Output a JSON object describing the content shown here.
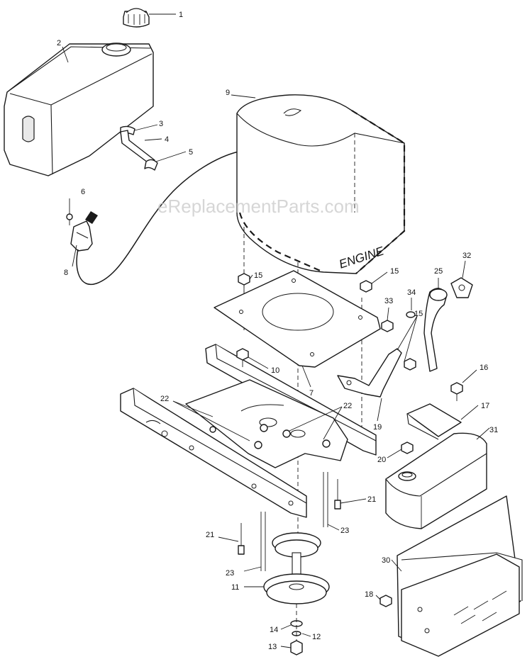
{
  "watermark": "eReplacementParts.com",
  "engine_label": "ENGINE",
  "callouts": {
    "c1": "1",
    "c2": "2",
    "c3": "3",
    "c4": "4",
    "c5": "5",
    "c6": "6",
    "c7": "7",
    "c8": "8",
    "c9": "9",
    "c10": "10",
    "c11": "11",
    "c12": "12",
    "c13": "13",
    "c14": "14",
    "c15a": "15",
    "c15b": "15",
    "c15c": "15",
    "c16": "16",
    "c17": "17",
    "c18": "18",
    "c19": "19",
    "c20": "20",
    "c21a": "21",
    "c21b": "21",
    "c22a": "22",
    "c22b": "22",
    "c23a": "23",
    "c23b": "23",
    "c25": "25",
    "c30": "30",
    "c31": "31",
    "c32": "32",
    "c33": "33",
    "c34": "34"
  }
}
